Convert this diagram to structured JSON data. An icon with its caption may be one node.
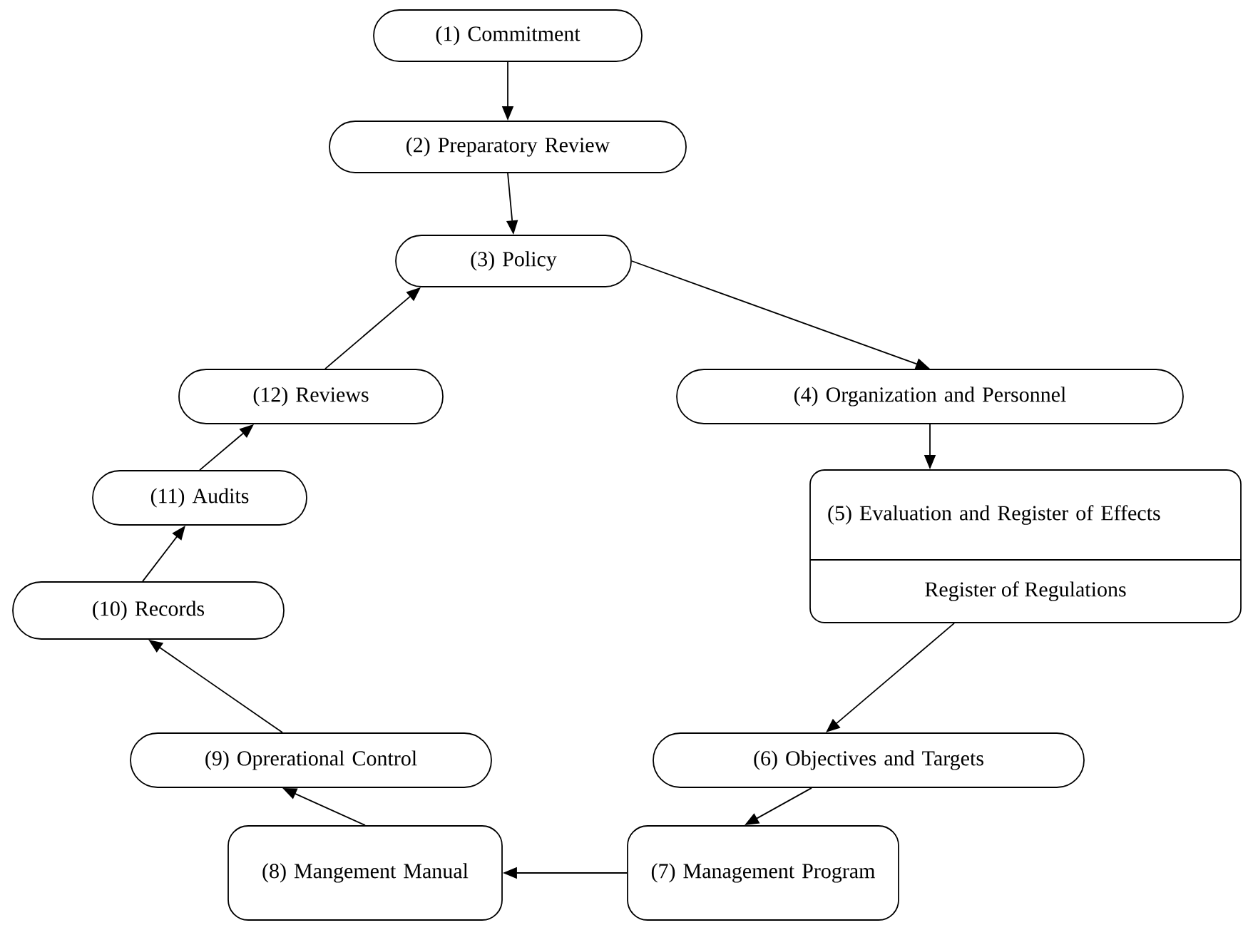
{
  "diagram": {
    "nodes": [
      {
        "text": [
          "(1) Commitment"
        ]
      },
      {
        "text": [
          "(2) Preparatory Review"
        ]
      },
      {
        "text": [
          "(3) Policy"
        ]
      },
      {
        "text": [
          "(12) Reviews"
        ]
      },
      {
        "text": [
          "(4) Organization and Personnel"
        ]
      },
      {
        "text": [
          "(11) Audits"
        ]
      },
      {
        "text": [
          "(5) Evaluation and Register of Effects",
          "Register of Regulations"
        ]
      },
      {
        "text": [
          "(10) Records"
        ]
      },
      {
        "text": [
          "(9) Oprerational  Control"
        ]
      },
      {
        "text": [
          "(6) Objectives and Targets"
        ]
      },
      {
        "text": [
          "(8) Mangement Manual"
        ]
      },
      {
        "text": [
          "(7) Management Program"
        ]
      }
    ],
    "edges": [
      {
        "from": 0,
        "to": 1,
        "arrow": "to"
      },
      {
        "from": 1,
        "to": 2,
        "arrow": "to"
      },
      {
        "from": 2,
        "to": 4,
        "arrow": "to"
      },
      {
        "from": 4,
        "to": 6,
        "arrow": "to"
      },
      {
        "from": 6,
        "to": 9,
        "arrow": "to"
      },
      {
        "from": 9,
        "to": 11,
        "arrow": "to"
      },
      {
        "from": 11,
        "to": 10,
        "arrow": "to"
      },
      {
        "from": 10,
        "to": 8,
        "arrow": "to"
      },
      {
        "from": 8,
        "to": 7,
        "arrow": "to"
      },
      {
        "from": 7,
        "to": 5,
        "arrow": "to"
      },
      {
        "from": 5,
        "to": 3,
        "arrow": "to"
      },
      {
        "from": 3,
        "to": 2,
        "arrow": "to"
      }
    ]
  }
}
